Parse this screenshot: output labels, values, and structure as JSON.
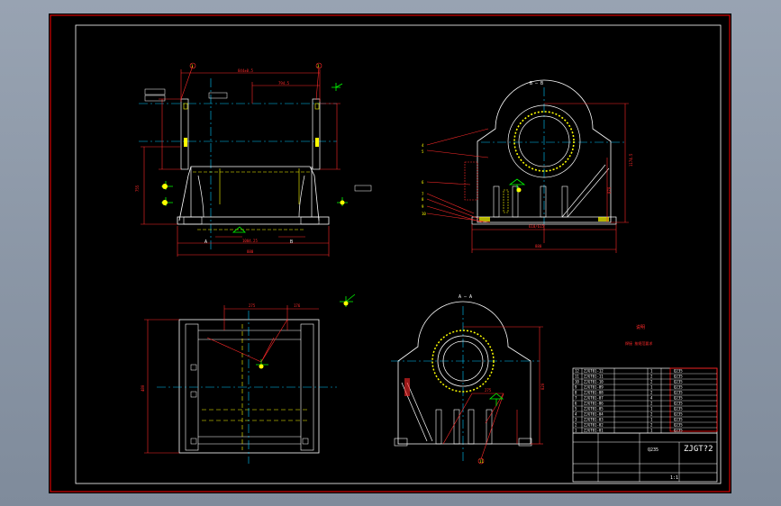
{
  "colors": {
    "background": "#000000",
    "outline": "#ffffff",
    "dimension": "#ff2a2a",
    "center_line": "#00c8ff",
    "hidden_line": "#ffff00",
    "annotation": "#00ff00",
    "frame": "#ff0000"
  },
  "front_view": {
    "balloons": [
      "1",
      "3"
    ],
    "section_marks": [
      "A",
      "B"
    ],
    "dimensions": [
      "844±0.5",
      "794.5",
      "1004.25",
      "880",
      "755"
    ]
  },
  "side_view": {
    "section_label": "B — B",
    "balloons": [
      "4",
      "5",
      "6",
      "7",
      "8",
      "9",
      "10"
    ],
    "dimensions": [
      "1174.5",
      "870",
      "610/615",
      "880"
    ]
  },
  "plan_view": {
    "dimensions": [
      "275",
      "176",
      "480"
    ]
  },
  "section_view": {
    "section_label": "A — A",
    "balloons": [
      "11"
    ],
    "dimensions": [
      "275",
      "820"
    ]
  },
  "notes": {
    "line1": "说明",
    "line2": "焊接 按规范要求"
  },
  "title_block": {
    "drawing_number": "ZJGT?2",
    "scale": "1:1",
    "material": "Q235",
    "bom_rows": [
      {
        "no": "12",
        "code": "ZJGT01-12",
        "qty": "1",
        "mat": "Q235"
      },
      {
        "no": "11",
        "code": "ZJGT01-11",
        "qty": "2",
        "mat": "Q235"
      },
      {
        "no": "10",
        "code": "ZJGT01-10",
        "qty": "2",
        "mat": "Q235"
      },
      {
        "no": "9",
        "code": "ZJGT01-09",
        "qty": "1",
        "mat": "Q235"
      },
      {
        "no": "8",
        "code": "ZJGT01-08",
        "qty": "2",
        "mat": "Q235"
      },
      {
        "no": "7",
        "code": "ZJGT01-07",
        "qty": "4",
        "mat": "Q235"
      },
      {
        "no": "6",
        "code": "ZJGT01-06",
        "qty": "2",
        "mat": "Q235"
      },
      {
        "no": "5",
        "code": "ZJGT01-05",
        "qty": "1",
        "mat": "Q235"
      },
      {
        "no": "4",
        "code": "ZJGT01-04",
        "qty": "2",
        "mat": "Q235"
      },
      {
        "no": "3",
        "code": "ZJGT01-03",
        "qty": "1",
        "mat": "Q235"
      },
      {
        "no": "2",
        "code": "ZJGT01-02",
        "qty": "2",
        "mat": "Q235"
      },
      {
        "no": "1",
        "code": "ZJGT01-01",
        "qty": "1",
        "mat": "Q235"
      }
    ]
  }
}
